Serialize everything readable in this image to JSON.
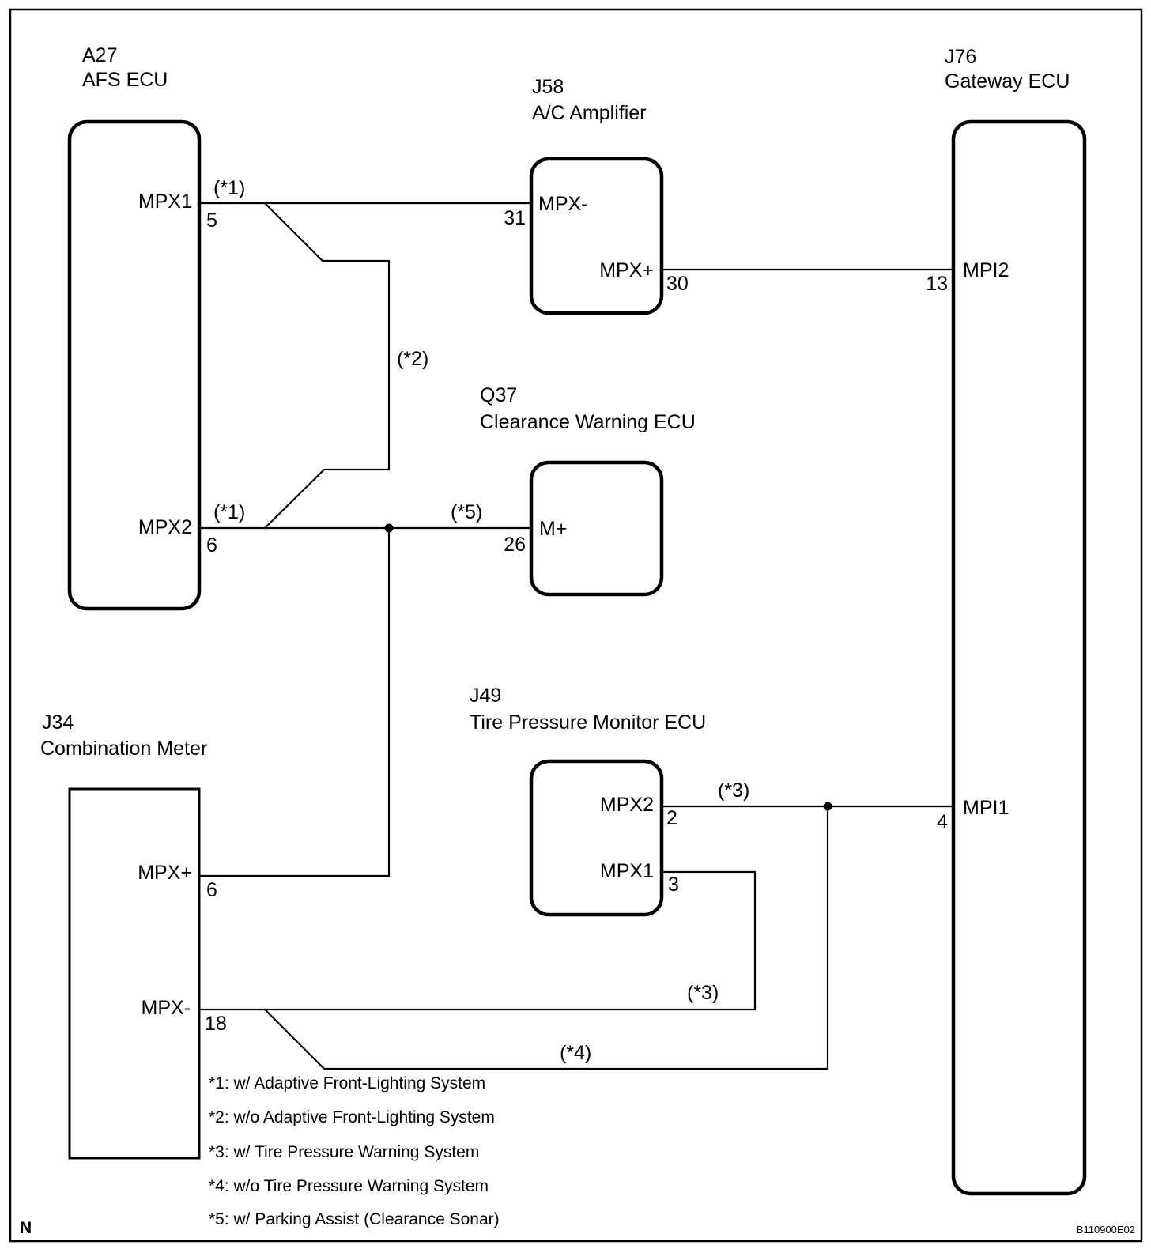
{
  "components": {
    "afs_ecu": {
      "code": "A27",
      "name": "AFS ECU",
      "pins": {
        "mpx1": "MPX1",
        "mpx1_no": "5",
        "mpx2": "MPX2",
        "mpx2_no": "6"
      }
    },
    "ac_amplifier": {
      "code": "J58",
      "name": "A/C Amplifier",
      "pins": {
        "mpx_minus": "MPX-",
        "mpx_minus_no": "31",
        "mpx_plus": "MPX+",
        "mpx_plus_no": "30"
      }
    },
    "gateway_ecu": {
      "code": "J76",
      "name": "Gateway ECU",
      "pins": {
        "mpi2": "MPI2",
        "mpi2_no": "13",
        "mpi1": "MPI1",
        "mpi1_no": "4"
      }
    },
    "clearance_warning_ecu": {
      "code": "Q37",
      "name": "Clearance Warning ECU",
      "pins": {
        "m_plus": "M+",
        "m_plus_no": "26"
      }
    },
    "tire_pressure_ecu": {
      "code": "J49",
      "name": "Tire Pressure Monitor ECU",
      "pins": {
        "mpx2": "MPX2",
        "mpx2_no": "2",
        "mpx1": "MPX1",
        "mpx1_no": "3"
      }
    },
    "combination_meter": {
      "code": "J34",
      "name": "Combination Meter",
      "pins": {
        "mpx_plus": "MPX+",
        "mpx_plus_no": "6",
        "mpx_minus": "MPX-",
        "mpx_minus_no": "18"
      }
    }
  },
  "wire_tags": {
    "afs_mpx1": "(*1)",
    "afs_mpx2": "(*1)",
    "bypass": "(*2)",
    "clearance": "(*5)",
    "tpms_mpx2": "(*3)",
    "meter_mpx_minus": "(*3)",
    "meter_bypass": "(*4)"
  },
  "notes": [
    "*1: w/ Adaptive Front-Lighting System",
    "*2: w/o Adaptive Front-Lighting System",
    "*3: w/ Tire Pressure Warning System",
    "*4: w/o Tire Pressure Warning System",
    "*5: w/ Parking Assist (Clearance Sonar)"
  ],
  "corner_mark": "N",
  "figure_id": "B110900E02"
}
